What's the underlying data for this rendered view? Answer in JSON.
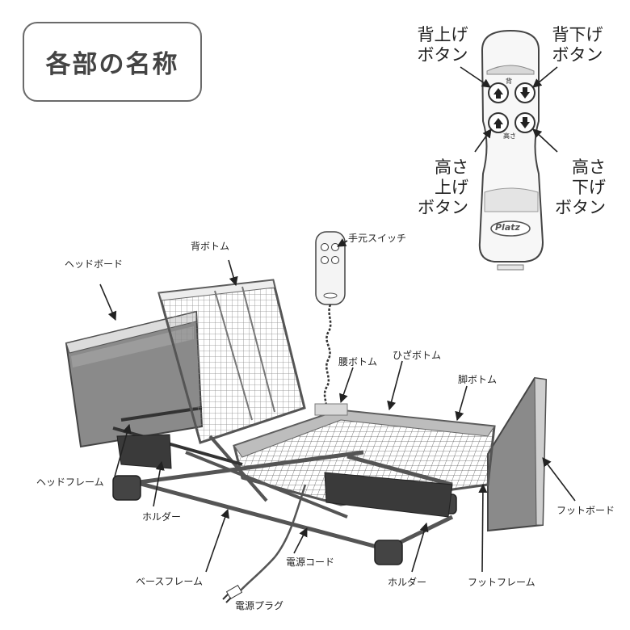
{
  "title": "各部の名称",
  "remote": {
    "brand": "Platz",
    "section_back": "背",
    "section_height": "高さ",
    "back_up": [
      "背上げ",
      "ボタン"
    ],
    "back_down": [
      "背下げ",
      "ボタン"
    ],
    "height_up": [
      "高さ",
      "上げ",
      "ボタン"
    ],
    "height_down": [
      "高さ",
      "下げ",
      "ボタン"
    ]
  },
  "labels": {
    "headboard": "ヘッドボード",
    "back_bottom": "背ボトム",
    "hand_switch": "手元スイッチ",
    "waist_bottom": "腰ボトム",
    "knee_bottom": "ひざボトム",
    "leg_bottom": "脚ボトム",
    "head_frame": "ヘッドフレーム",
    "holder_left": "ホルダー",
    "footboard": "フットボード",
    "power_cord": "電源コード",
    "base_frame": "ベースフレーム",
    "holder_right": "ホルダー",
    "foot_frame": "フットフレーム",
    "power_plug": "電源プラグ"
  }
}
